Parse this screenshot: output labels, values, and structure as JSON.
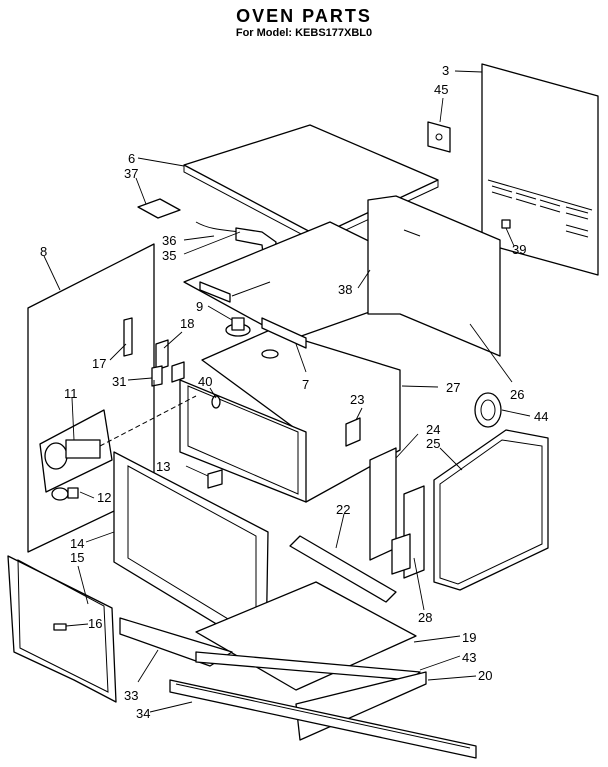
{
  "header": {
    "title": "OVEN PARTS",
    "subtitle": "For Model: KEBS177XBL0"
  },
  "callouts": [
    {
      "id": "3",
      "text": "3"
    },
    {
      "id": "45",
      "text": "45"
    },
    {
      "id": "6",
      "text": "6"
    },
    {
      "id": "37",
      "text": "37"
    },
    {
      "id": "36",
      "text": "36"
    },
    {
      "id": "35",
      "text": "35"
    },
    {
      "id": "39",
      "text": "39"
    },
    {
      "id": "8",
      "text": "8"
    },
    {
      "id": "38",
      "text": "38"
    },
    {
      "id": "9",
      "text": "9"
    },
    {
      "id": "18",
      "text": "18"
    },
    {
      "id": "17",
      "text": "17"
    },
    {
      "id": "31",
      "text": "31"
    },
    {
      "id": "7",
      "text": "7"
    },
    {
      "id": "40",
      "text": "40"
    },
    {
      "id": "27",
      "text": "27"
    },
    {
      "id": "26",
      "text": "26"
    },
    {
      "id": "11",
      "text": "11"
    },
    {
      "id": "23",
      "text": "23"
    },
    {
      "id": "44",
      "text": "44"
    },
    {
      "id": "24",
      "text": "24"
    },
    {
      "id": "25",
      "text": "25"
    },
    {
      "id": "13",
      "text": "13"
    },
    {
      "id": "12",
      "text": "12"
    },
    {
      "id": "22",
      "text": "22"
    },
    {
      "id": "14",
      "text": "14"
    },
    {
      "id": "15",
      "text": "15"
    },
    {
      "id": "16",
      "text": "16"
    },
    {
      "id": "28",
      "text": "28"
    },
    {
      "id": "19",
      "text": "19"
    },
    {
      "id": "43",
      "text": "43"
    },
    {
      "id": "20",
      "text": "20"
    },
    {
      "id": "33",
      "text": "33"
    },
    {
      "id": "34",
      "text": "34"
    }
  ]
}
